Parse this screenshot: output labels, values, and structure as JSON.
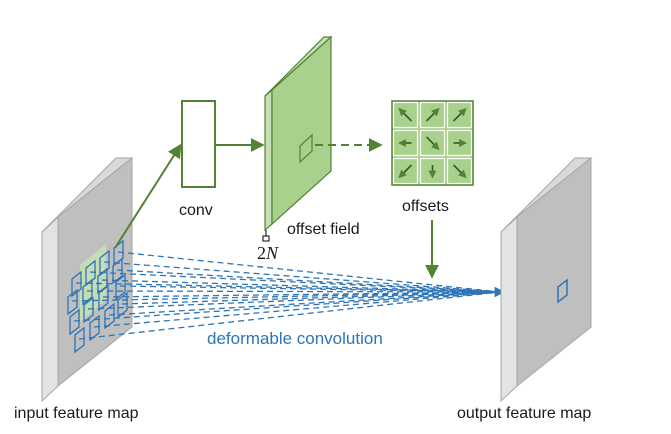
{
  "labels": {
    "conv": "conv",
    "offset_field": "offset field",
    "offsets": "offsets",
    "two_n_num": "2",
    "two_n_var": "N",
    "deformable_convolution": "deformable convolution",
    "input_feature_map": "input feature map",
    "output_feature_map": "output feature map"
  },
  "colors": {
    "green_stroke": "#548235",
    "green_fill": "#a9d18e",
    "green_light": "#c5e0b4",
    "blue": "#2e75b6",
    "gray_face": "#bfbfbf",
    "gray_side": "#e0e0e0"
  },
  "offset_arrows": [
    "arrow-up-left",
    "arrow-up-right",
    "arrow-up-right",
    "arrow-left",
    "arrow-down-right",
    "arrow-right",
    "arrow-down-left",
    "arrow-down",
    "arrow-down-right"
  ]
}
